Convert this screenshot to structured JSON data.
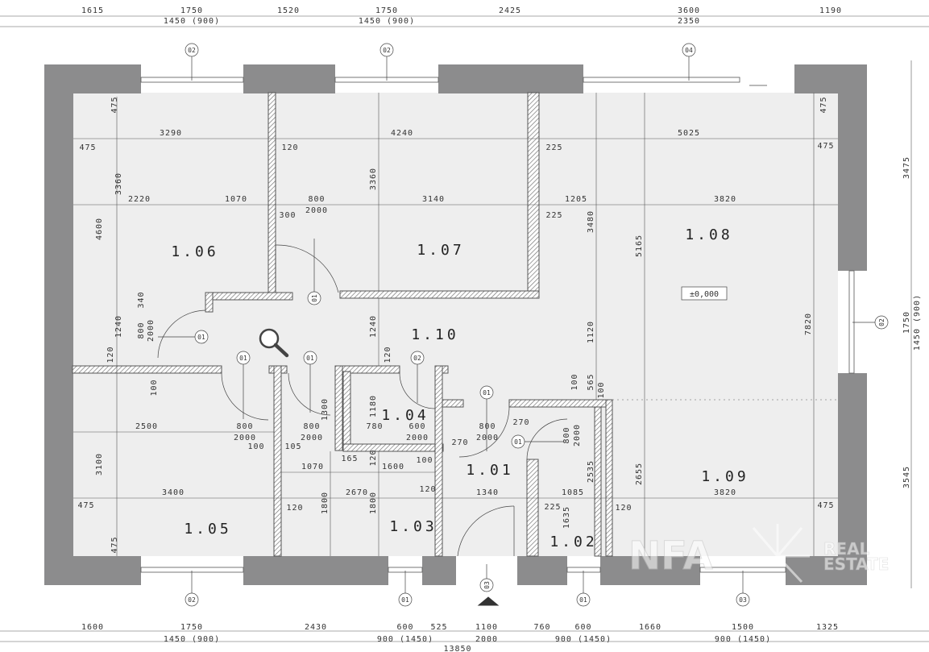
{
  "rooms": [
    {
      "id": "1.06"
    },
    {
      "id": "1.07"
    },
    {
      "id": "1.08"
    },
    {
      "id": "1.10"
    },
    {
      "id": "1.04"
    },
    {
      "id": "1.01"
    },
    {
      "id": "1.09"
    },
    {
      "id": "1.05"
    },
    {
      "id": "1.03"
    },
    {
      "id": "1.02"
    }
  ],
  "level_label": "±0,000",
  "top_dims": {
    "row1": [
      "1615",
      "1750",
      "1520",
      "1750",
      "2425",
      "3600",
      "1190"
    ],
    "row2": [
      "1450 (900)",
      "1450 (900)",
      "2350"
    ]
  },
  "bottom_dims": {
    "row1": [
      "1600",
      "1750",
      "2430",
      "600",
      "525",
      "1100",
      "760",
      "600",
      "1660",
      "1500",
      "1325"
    ],
    "row2": [
      "1450 (900)",
      "900 (1450)",
      "2000",
      "900 (1450)",
      "900 (1450)"
    ],
    "total": "13850"
  },
  "right_dims": [
    "3475",
    "1750",
    "1450 (900)",
    "3545"
  ],
  "window_tags": {
    "top": [
      "02",
      "02",
      "04"
    ],
    "bottom": [
      "02",
      "01",
      "01",
      "03"
    ],
    "right": "02",
    "entrance": "03"
  },
  "door_tags": [
    "01",
    "01",
    "01",
    "01",
    "02",
    "01",
    "01"
  ],
  "interior_dims": [
    "475",
    "475",
    "3290",
    "4240",
    "5025",
    "475",
    "475",
    "3360",
    "120",
    "225",
    "3360",
    "4600",
    "2220",
    "1070",
    "800",
    "2000",
    "3140",
    "300",
    "1205",
    "3820",
    "225",
    "3480",
    "5165",
    "340",
    "800",
    "2000",
    "1240",
    "1240",
    "1120",
    "7820",
    "120",
    "100",
    "120",
    "1180",
    "100",
    "565",
    "100",
    "2500",
    "800",
    "2000",
    "100",
    "800",
    "2000",
    "105",
    "1300",
    "780",
    "600",
    "2000",
    "800",
    "2000",
    "270",
    "270",
    "800",
    "2000",
    "3100",
    "1070",
    "165",
    "120",
    "1600",
    "100",
    "2535",
    "2655",
    "3400",
    "2670",
    "120",
    "1340",
    "1085",
    "3820",
    "475",
    "120",
    "1800",
    "1800",
    "225",
    "1635",
    "120",
    "475",
    "475"
  ],
  "watermark": {
    "brand": "NFA",
    "sub1": "REAL",
    "sub2": "ESTATE"
  },
  "colors": {
    "wall": "#8c8c8d",
    "floor": "#eeeeee",
    "partition_stroke": "#555555"
  },
  "icons": {
    "zoom": "magnifier-icon",
    "entrance": "entrance-triangle-icon"
  }
}
